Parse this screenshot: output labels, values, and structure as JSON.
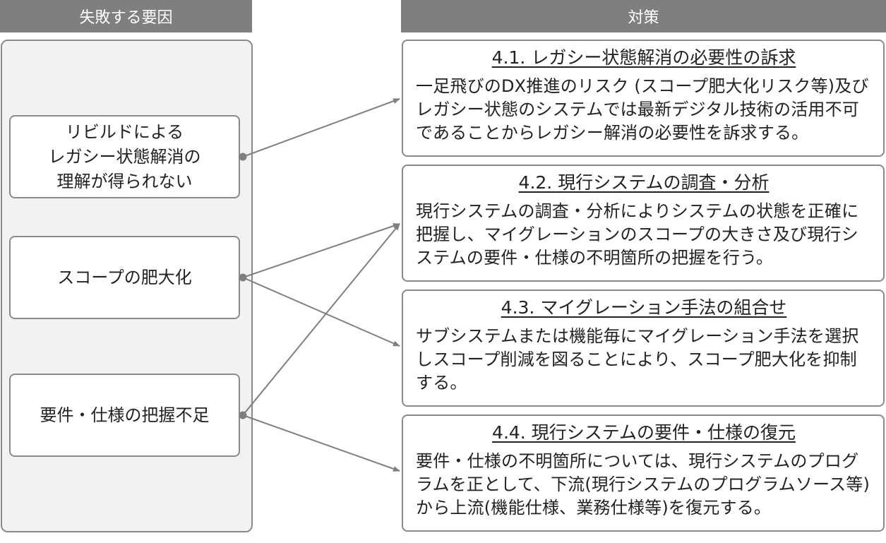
{
  "headers": {
    "left": "失敗する要因",
    "right": "対策"
  },
  "causes": [
    {
      "label": "リビルドによる\nレガシー状態解消の\n理解が得られない"
    },
    {
      "label": "スコープの肥大化"
    },
    {
      "label": "要件・仕様の把握不足"
    }
  ],
  "measures": [
    {
      "title": "4.1. レガシー状態解消の必要性の訴求",
      "text": "一足飛びのDX推進のリスク (スコープ肥大化リスク等)及びレガシー状態のシステムでは最新デジタル技術の活用不可であることからレガシー解消の必要性を訴求する。"
    },
    {
      "title": "4.2. 現行システムの調査・分析",
      "text": "現行システムの調査・分析によりシステムの状態を正確に把握し、マイグレーションのスコープの大きさ及び現行システムの要件・仕様の不明箇所の把握を行う。"
    },
    {
      "title": "4.3. マイグレーション手法の組合せ",
      "text": "サブシステムまたは機能毎にマイグレーション手法を選択しスコープ削減を図ることにより、スコープ肥大化を抑制する。"
    },
    {
      "title": "4.4. 現行システムの要件・仕様の復元",
      "text": "要件・仕様の不明箇所については、現行システムのプログラムを正として、下流(現行システムのプログラムソース等)から上流(機能仕様、業務仕様等)を復元する。"
    }
  ],
  "colors": {
    "header_bg": "#7f7f7f",
    "border": "#8a8a8a",
    "panel_bg": "#f2f2f2",
    "arrow": "#7f7f7f"
  }
}
